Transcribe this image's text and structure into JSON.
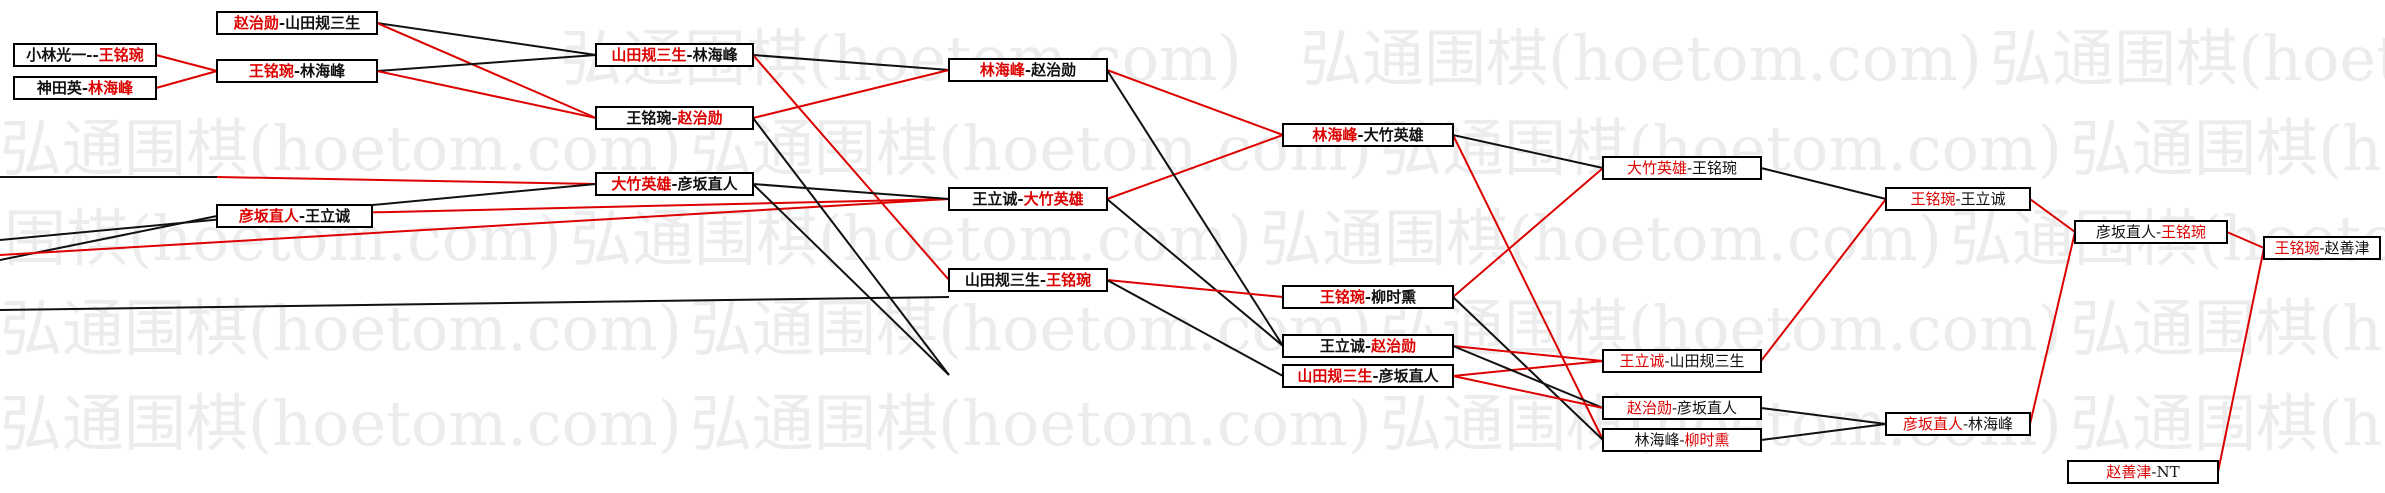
{
  "colors": {
    "winner": "#dd0000",
    "line_red": "#dd0000",
    "line_black": "#111111",
    "watermark": "#dddddd"
  },
  "watermark_text": "弘通围棋(hoetom.com)",
  "nodes": {
    "n1": {
      "a": "赵治勋",
      "sep": "-",
      "b": "山田规三生",
      "winner": "a"
    },
    "n2": {
      "a": "小林光一",
      "sep": "--",
      "b": "王铭琬",
      "winner": "b"
    },
    "n3": {
      "a": "王铭琬",
      "sep": "-",
      "b": "林海峰",
      "winner": "a"
    },
    "n4": {
      "a": "神田英",
      "sep": "-",
      "b": "林海峰",
      "winner": "b"
    },
    "n5": {
      "a": "山田规三生",
      "sep": "-",
      "b": "林海峰",
      "winner": "a"
    },
    "n6": {
      "a": "王铭琬",
      "sep": "-",
      "b": "赵治勋",
      "winner": "b"
    },
    "n7": {
      "a": "大竹英雄",
      "sep": "-",
      "b": "彦坂直人",
      "winner": "a"
    },
    "n8": {
      "a": "彦坂直人",
      "sep": "-",
      "b": "王立诚",
      "winner": "a"
    },
    "n9": {
      "a": "林海峰",
      "sep": "-",
      "b": "赵治勋",
      "winner": "a"
    },
    "n10": {
      "a": "王立诚",
      "sep": "-",
      "b": "大竹英雄",
      "winner": "b"
    },
    "n11": {
      "a": "山田规三生",
      "sep": "-",
      "b": "王铭琬",
      "winner": "b"
    },
    "n12": {
      "a": "林海峰",
      "sep": "-",
      "b": "大竹英雄",
      "winner": "a"
    },
    "n13": {
      "a": "王铭琬",
      "sep": "-",
      "b": "柳时熏",
      "winner": "a"
    },
    "n14": {
      "a": "王立诚",
      "sep": "-",
      "b": "赵治勋",
      "winner": "b"
    },
    "n15": {
      "a": "山田规三生",
      "sep": "-",
      "b": "彦坂直人",
      "winner": "a"
    },
    "n16": {
      "a": "大竹英雄",
      "sep": "-",
      "b": "王铭琬",
      "winner": "a"
    },
    "n17": {
      "a": "王立诚",
      "sep": "-",
      "b": "山田规三生",
      "winner": "a"
    },
    "n18": {
      "a": "赵治勋",
      "sep": "-",
      "b": "彦坂直人",
      "winner": "a"
    },
    "n19": {
      "a": "林海峰",
      "sep": "-",
      "b": "柳时熏",
      "winner": "b"
    },
    "n20": {
      "a": "王铭琬",
      "sep": "-",
      "b": "王立诚",
      "winner": "a"
    },
    "n21": {
      "a": "彦坂直人",
      "sep": "-",
      "b": "林海峰",
      "winner": "a"
    },
    "n22": {
      "a": "彦坂直人",
      "sep": "-",
      "b": "王铭琬",
      "winner": "b"
    },
    "n23": {
      "a": "王铭琬",
      "sep": "-",
      "b": "赵善津",
      "winner": "a"
    },
    "n24": {
      "a": "赵善津",
      "sep": "-",
      "b": "NT",
      "winner": "a"
    }
  }
}
